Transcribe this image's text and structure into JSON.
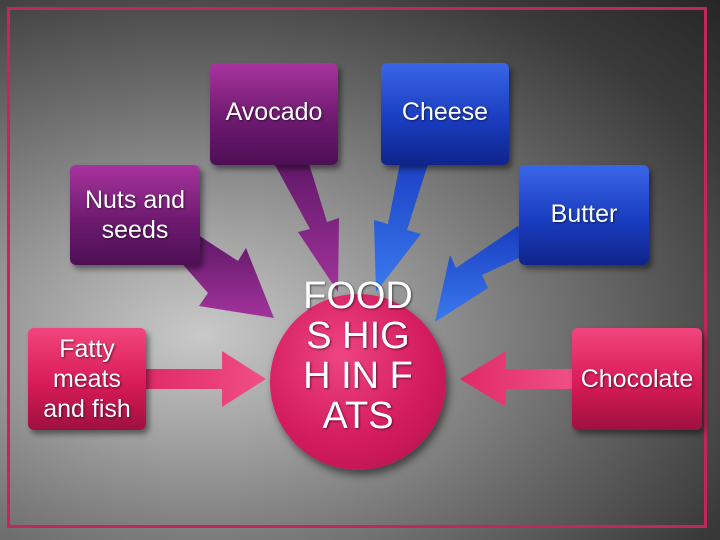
{
  "slide": {
    "center_label": "FOODS HIGH IN FATS",
    "items": [
      {
        "label": "Avocado"
      },
      {
        "label": "Cheese"
      },
      {
        "label": "Nuts and seeds"
      },
      {
        "label": "Butter"
      },
      {
        "label": "Fatty meats and fish"
      },
      {
        "label": "Chocolate"
      }
    ],
    "colors": {
      "frame": "#c0285a",
      "purple": "#6e1a70",
      "blue": "#1a3dc0",
      "pink": "#d81b58",
      "text": "#ffffff"
    }
  }
}
